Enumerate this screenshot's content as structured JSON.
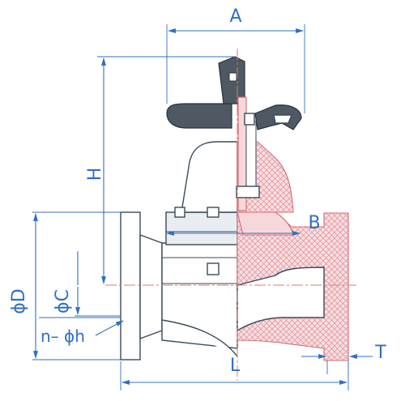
{
  "labels": {
    "A": "A",
    "B": "B",
    "H": "H",
    "L": "L",
    "T": "T",
    "phiD": "ϕD",
    "phiC": "ϕC",
    "n_phih": "n– ϕh"
  },
  "colors": {
    "dimension": "#2f6fc2",
    "outline": "#3a4a5a",
    "section_fill": "#f6d8da",
    "section_hatch": "#e08a94",
    "centerline": "#e07a6a",
    "handwheel": "#4e5963"
  }
}
